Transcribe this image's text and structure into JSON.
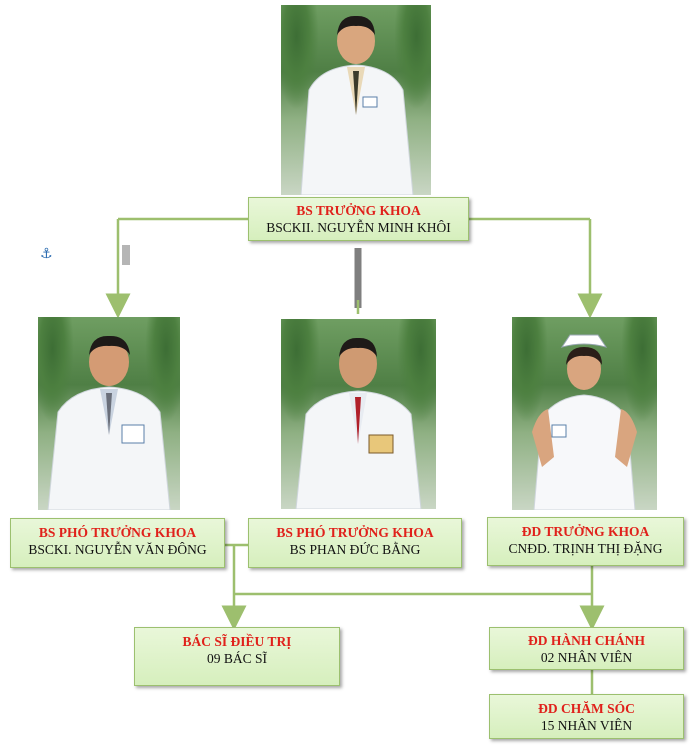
{
  "head": {
    "title": "BS TRƯỞNG KHOA",
    "name": "BSCKII. NGUYỄN MINH KHÔI"
  },
  "deputy1": {
    "title": "BS PHÓ TRƯỞNG KHOA",
    "name": "BSCKI. NGUYỄN VĂN ĐÔNG"
  },
  "deputy2": {
    "title": "BS PHÓ TRƯỞNG KHOA",
    "name": "BS PHAN ĐỨC BẰNG"
  },
  "nurse_head": {
    "title": "ĐD TRƯỞNG KHOA",
    "name": "CNĐD. TRỊNH THỊ ĐẶNG"
  },
  "doctors": {
    "title": "BÁC SĨ  ĐIỀU TRỊ",
    "name": "09 BÁC SĨ"
  },
  "admin_nurses": {
    "title": "ĐD HÀNH CHÁNH",
    "name": "02 NHÂN VIÊN"
  },
  "care_nurses": {
    "title": "ĐD CHĂM SÓC",
    "name": "15 NHÂN VIÊN"
  },
  "colors": {
    "line": "#9dbf6e",
    "title_red": "#e0211b",
    "box_fill": "#dff2c8"
  },
  "icons": {
    "anchor": "anchor-icon"
  }
}
